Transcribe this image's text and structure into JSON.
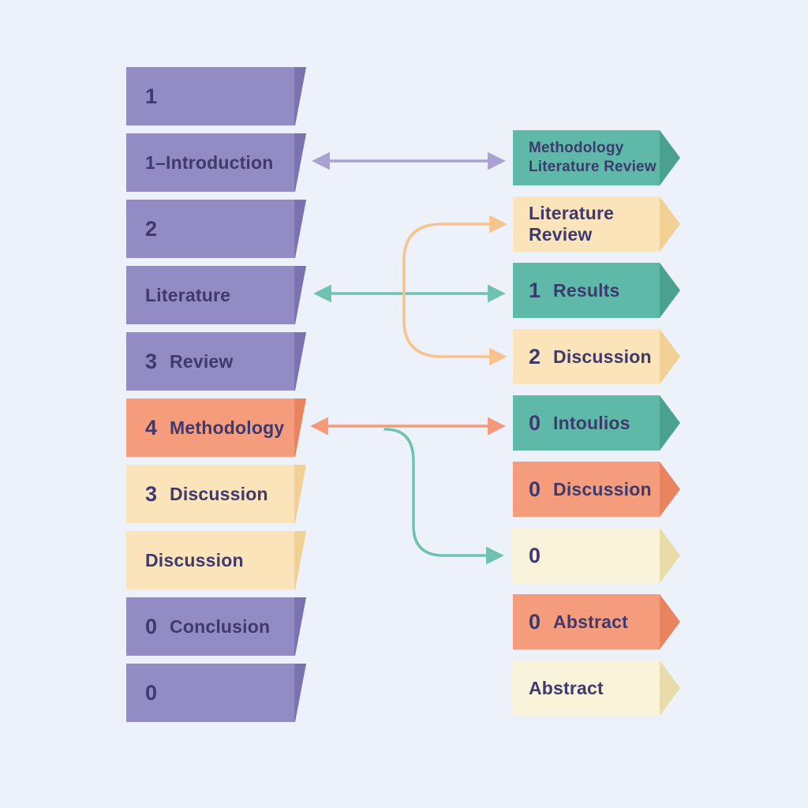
{
  "palette": {
    "bg": "#edf1fa",
    "purple": "#928bc4",
    "purpleDark": "#7a73b0",
    "salmon": "#f49c7c",
    "salmonDark": "#e88560",
    "cream": "#fbe3ba",
    "creamDark": "#f3d093",
    "paleCream": "#f9f3da",
    "paleCreamDark": "#e8dcab",
    "teal": "#5eb9a8",
    "tealDark": "#4aa18f",
    "text": "#3f3a6e",
    "arrowPurple": "#a8a1d1",
    "arrowTeal": "#6fc2b0",
    "arrowSalmon": "#f4997a",
    "arrowOrangeLight": "#f8c38d"
  },
  "left": {
    "items": [
      {
        "num": "1",
        "text": "",
        "color": "purple"
      },
      {
        "num": "",
        "text": "1–Introduction",
        "color": "purple"
      },
      {
        "num": "2",
        "text": "",
        "color": "purple"
      },
      {
        "num": "",
        "text": "Literature",
        "color": "purple"
      },
      {
        "num": "3",
        "text": "Review",
        "color": "purple"
      },
      {
        "num": "4",
        "text": "Methodology",
        "color": "salmon"
      },
      {
        "num": "3",
        "text": "Discussion",
        "color": "cream"
      },
      {
        "num": "",
        "text": "Discussion",
        "color": "cream"
      },
      {
        "num": "0",
        "text": "Conclusion",
        "color": "purple"
      },
      {
        "num": "0",
        "text": "",
        "color": "purple"
      }
    ]
  },
  "right": {
    "items": [
      {
        "num": "",
        "text": "Methodology",
        "text2": "Literature Review",
        "color": "teal"
      },
      {
        "num": "",
        "text": "Literature Review",
        "color": "cream"
      },
      {
        "num": "1",
        "text": "Results",
        "color": "teal"
      },
      {
        "num": "2",
        "text": "Discussion",
        "color": "cream"
      },
      {
        "num": "0",
        "text": "Intoulios",
        "color": "teal"
      },
      {
        "num": "0",
        "text": "Discussion",
        "color": "salmon"
      },
      {
        "num": "0",
        "text": "",
        "color": "paleCream"
      },
      {
        "num": "0",
        "text": "Abstract",
        "color": "salmon"
      },
      {
        "num": "",
        "text": "Abstract",
        "color": "paleCream"
      }
    ]
  },
  "arrows": [
    {
      "name": "introduction-to-methodology-literature-review",
      "style": "straight-double",
      "color": "arrowPurple"
    },
    {
      "name": "literature-to-results",
      "style": "straight-double",
      "color": "arrowTeal"
    },
    {
      "name": "methodology-to-intoulios",
      "style": "straight-double",
      "color": "arrowSalmon"
    },
    {
      "name": "bracket-to-literature-review-and-discussion",
      "style": "curved-bracket",
      "color": "arrowOrangeLight"
    },
    {
      "name": "methodology-to-zero-block",
      "style": "curved",
      "color": "arrowTeal"
    }
  ]
}
